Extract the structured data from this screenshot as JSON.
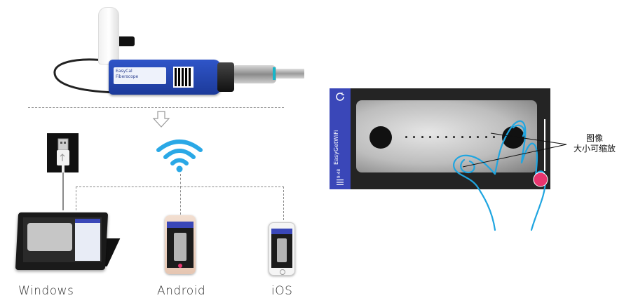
{
  "probe": {
    "label_line1": "EasyCal",
    "label_line2": "Fiberscope"
  },
  "devices": [
    {
      "label": "Windows"
    },
    {
      "label": "Android"
    },
    {
      "label": "iOS"
    }
  ],
  "app": {
    "title": "EasyGetWiFi",
    "time": "9:48"
  },
  "caption": {
    "line1": "图像",
    "line2": "大小可缩放"
  },
  "colors": {
    "wifi": "#2aa8e6",
    "hand": "#1fa5e0",
    "touch": "#e8356f",
    "app_bar": "#3a47b8",
    "probe_body": "#2447b5",
    "dash": "#8a8a8a"
  },
  "icons": [
    "usb-plug-icon",
    "wifi-icon",
    "down-arrow-icon",
    "hand-gesture-icon"
  ]
}
